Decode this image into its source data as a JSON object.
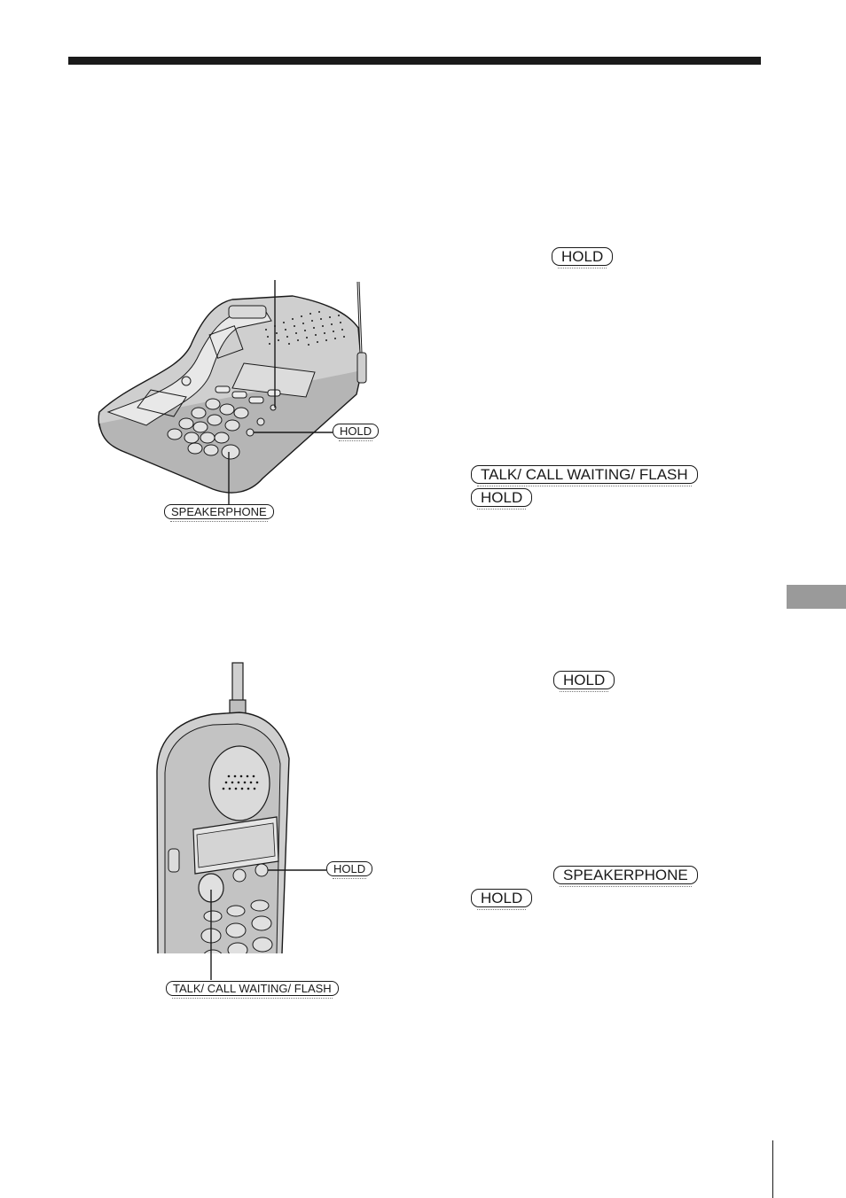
{
  "right_column": {
    "hold_1": "HOLD",
    "talk_flash": "TALK/ CALL WAITING/ FLASH",
    "hold_2": "HOLD",
    "hold_3": "HOLD",
    "speakerphone": "SPEAKERPHONE",
    "hold_4": "HOLD"
  },
  "figure_base": {
    "hold_label": "HOLD",
    "speakerphone_label": "SPEAKERPHONE"
  },
  "figure_handset": {
    "hold_label": "HOLD",
    "talk_flash_label": "TALK/ CALL WAITING/ FLASH"
  },
  "colors": {
    "bar": "#1a1a1a",
    "tab": "#9a9a9a",
    "device": "#cfcfcf"
  }
}
